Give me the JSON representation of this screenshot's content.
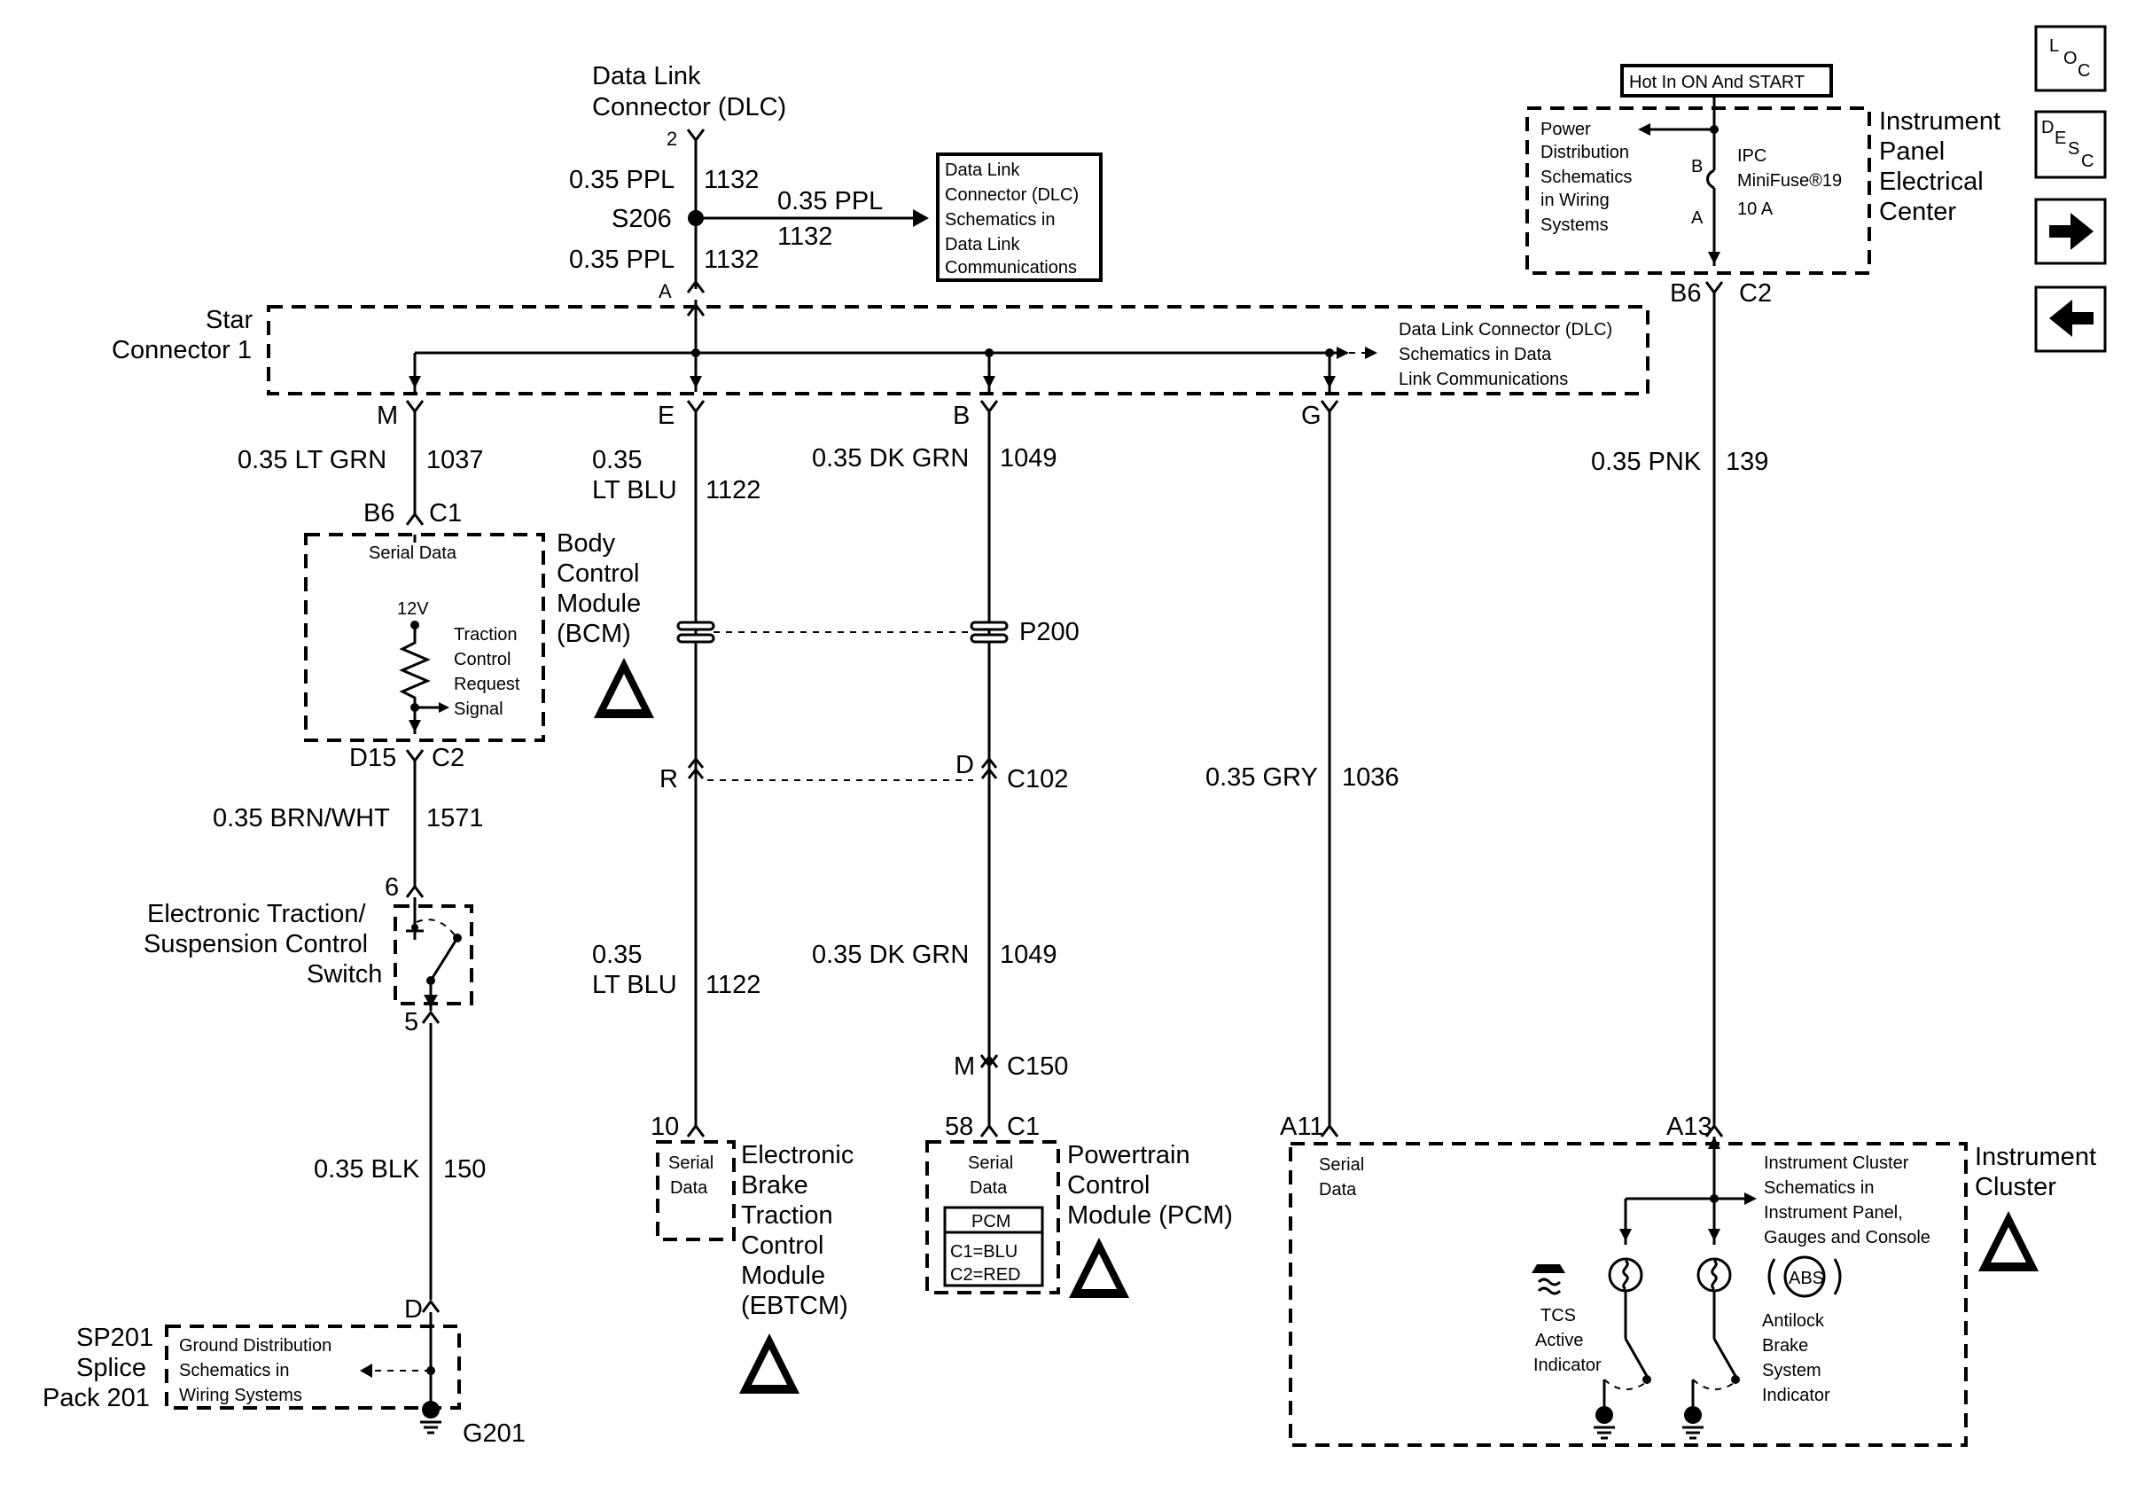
{
  "nav": {
    "loc": {
      "a": "L",
      "b": "O",
      "c": "C"
    },
    "desc": {
      "a": "D",
      "b": "E",
      "c": "S",
      "d": "C"
    }
  },
  "dlc": {
    "title_1": "Data Link",
    "title_2": "Connector (DLC)",
    "pin": "2",
    "wire_top_gauge": "0.35 PPL",
    "wire_top_circuit": "1132",
    "splice": "S206",
    "branch_gauge": "0.35 PPL",
    "branch_circuit": "1132",
    "wire_bottom_gauge": "0.35 PPL",
    "wire_bottom_circuit": "1132",
    "star_pin": "A",
    "ref_box": [
      "Data Link",
      "Connector (DLC)",
      "Schematics in",
      "Data Link",
      "Communications"
    ]
  },
  "star": {
    "label_1": "Star",
    "label_2": "Connector 1",
    "ref": [
      "Data Link Connector (DLC)",
      "Schematics in Data",
      "Link Communications"
    ],
    "pins": {
      "m": "M",
      "e": "E",
      "b": "B",
      "g": "G"
    }
  },
  "ipc": {
    "hot": "Hot In ON And START",
    "power_ref": [
      "Power",
      "Distribution",
      "Schematics",
      "in Wiring",
      "Systems"
    ],
    "fuse_b": "B",
    "fuse_a": "A",
    "fuse_1": "IPC",
    "fuse_2": "MiniFuse®19",
    "fuse_3": "10 A",
    "center": [
      "Instrument",
      "Panel",
      "Electrical",
      "Center"
    ],
    "pin": "B6",
    "conn": "C2",
    "wire_gauge": "0.35 PNK",
    "wire_circuit": "139"
  },
  "bcm": {
    "wire_gauge": "0.35 LT GRN",
    "wire_circuit": "1037",
    "top_pin": "B6",
    "top_conn": "C1",
    "serial": "Serial Data",
    "voltage": "12V",
    "signal": [
      "Traction",
      "Control",
      "Request",
      "Signal"
    ],
    "name": [
      "Body",
      "Control",
      "Module",
      "(BCM)"
    ],
    "bottom_pin": "D15",
    "bottom_conn": "C2",
    "wire2_gauge": "0.35 BRN/WHT",
    "wire2_circuit": "1571"
  },
  "switch": {
    "pin_top": "6",
    "name": [
      "Electronic Traction/",
      "Suspension Control",
      "Switch"
    ],
    "pin_bottom": "5",
    "wire_gauge": "0.35 BLK",
    "wire_circuit": "150"
  },
  "ground": {
    "pin": "D",
    "splice": [
      "SP201",
      "Splice",
      "Pack 201"
    ],
    "ref": [
      "Ground Distribution",
      "Schematics in",
      "Wiring Systems"
    ],
    "point": "G201"
  },
  "ebtcm": {
    "wire_gauge_1": "0.35",
    "wire_gauge_2": "LT BLU",
    "wire_circuit": "1122",
    "c102_pin": "R",
    "wire2_gauge_1": "0.35",
    "wire2_gauge_2": "LT BLU",
    "wire2_circuit": "1122",
    "pin": "10",
    "serial": [
      "Serial",
      "Data"
    ],
    "name": [
      "Electronic",
      "Brake",
      "Traction",
      "Control",
      "Module",
      "(EBTCM)"
    ]
  },
  "pcm": {
    "wire_gauge": "0.35 DK GRN",
    "wire_circuit": "1049",
    "pass": "P200",
    "c102_pin": "D",
    "c102": "C102",
    "wire2_gauge": "0.35 DK GRN",
    "wire2_circuit": "1049",
    "c150_pin": "M",
    "c150": "C150",
    "pin": "58",
    "conn": "C1",
    "serial": [
      "Serial",
      "Data"
    ],
    "table_title": "PCM",
    "table_rows": [
      "C1=BLU",
      "C2=RED"
    ],
    "name": [
      "Powertrain",
      "Control",
      "Module (PCM)"
    ]
  },
  "cluster": {
    "wire_gauge": "0.35 GRY",
    "wire_circuit": "1036",
    "serial_pin": "A11",
    "serial": [
      "Serial",
      "Data"
    ],
    "power_pin": "A13",
    "ref": [
      "Instrument Cluster",
      "Schematics in",
      "Instrument Panel,",
      "Gauges and Console"
    ],
    "name": [
      "Instrument",
      "Cluster"
    ],
    "tcs": [
      "TCS",
      "Active",
      "Indicator"
    ],
    "abs_symbol": "ABS",
    "abs": [
      "Antilock",
      "Brake",
      "System",
      "Indicator"
    ]
  }
}
